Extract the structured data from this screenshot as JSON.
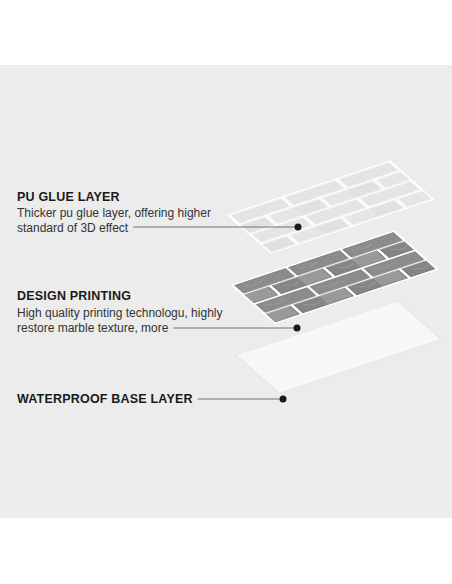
{
  "diagram": {
    "labels": [
      "PU GLUE LAYER",
      "Thicker pu glue layer, offering higher standard of 3D effect",
      "DESIGN PRINTING",
      "High quality printing technologu, highly restore marble texture, more",
      "WATERPROOF BASE LAYER"
    ]
  }
}
